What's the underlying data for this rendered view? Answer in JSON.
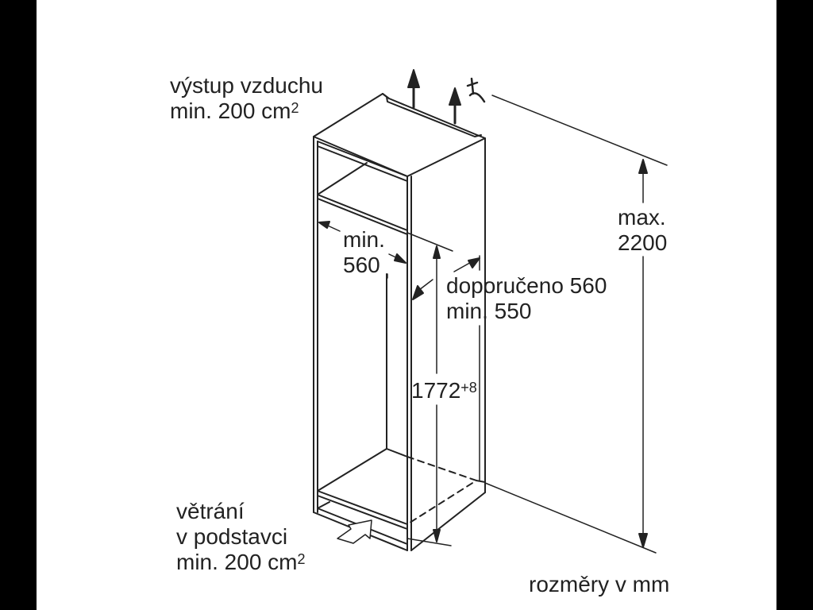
{
  "diagram": {
    "type": "built-in cabinet installation dimensions",
    "labels": {
      "air_outlet_line1": "výstup vzduchu",
      "air_outlet_line2": "min. 200 cm",
      "air_outlet_sup": "2",
      "min_width_line1": "min.",
      "min_width_line2": "560",
      "depth_line1": "doporučeno 560",
      "depth_line2": "min. 550",
      "niche_height": "1772",
      "niche_height_tolerance": "+8",
      "max_height_line1": "max.",
      "max_height_line2": "2200",
      "base_vent_line1": "větrání",
      "base_vent_line2": "v podstavci",
      "base_vent_line3": "min. 200 cm",
      "base_vent_sup": "2",
      "units_note": "rozměry v mm"
    },
    "colors": {
      "line": "#222222",
      "background": "#ffffff",
      "frame": "#000000"
    }
  }
}
